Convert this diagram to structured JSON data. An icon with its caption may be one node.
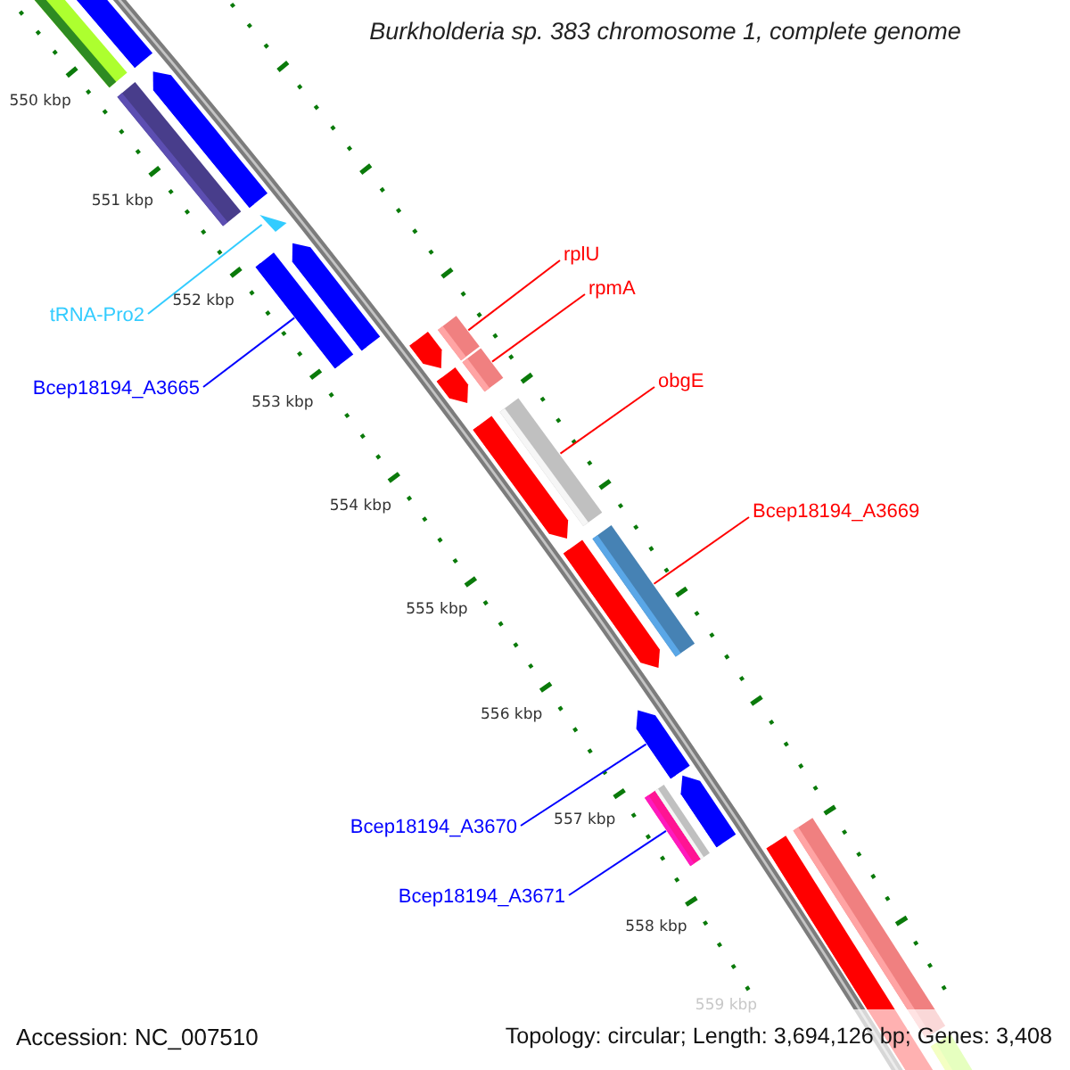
{
  "diagram": {
    "title": "Burkholderia sp. 383 chromosome 1, complete genome",
    "nodes": [
      {
        "text": [
          "tRNA-Pro2"
        ]
      },
      {
        "text": [
          "Bcep18194_A3665"
        ]
      },
      {
        "text": [
          "rplU"
        ]
      },
      {
        "text": [
          "rpmA"
        ]
      },
      {
        "text": [
          "obgE"
        ]
      },
      {
        "text": [
          "Bcep18194_A3669"
        ]
      },
      {
        "text": [
          "Bcep18194_A3670"
        ]
      },
      {
        "text": [
          "Bcep18194_A3671"
        ]
      },
      {
        "text": [],
        "shape": "bar"
      },
      {
        "text": [],
        "shape": "bar"
      },
      {
        "text": [],
        "shape": "bar"
      },
      {
        "text": [],
        "shape": "bar"
      },
      {
        "text": [],
        "shape": "triangle"
      },
      {
        "text": [],
        "shape": "bar"
      },
      {
        "text": [],
        "shape": "bar"
      },
      {
        "text": [],
        "shape": "bar"
      },
      {
        "text": [],
        "shape": "bar"
      },
      {
        "text": [],
        "shape": "bar"
      },
      {
        "text": [],
        "shape": "bar"
      },
      {
        "text": [],
        "shape": "bar"
      },
      {
        "text": [],
        "shape": "bar"
      },
      {
        "text": [],
        "shape": "bar"
      },
      {
        "text": [],
        "shape": "bar"
      },
      {
        "text": [],
        "shape": "bar"
      },
      {
        "text": [],
        "shape": "bar"
      },
      {
        "text": [],
        "shape": "bar"
      },
      {
        "text": [],
        "shape": "bar"
      },
      {
        "text": [],
        "shape": "bar"
      },
      {
        "text": [],
        "shape": "bar"
      },
      {
        "text": [],
        "shape": "bar"
      }
    ],
    "edges": [
      {
        "from": 0,
        "to": 12,
        "arrow": "none",
        "color": "#33ccff"
      },
      {
        "from": 1,
        "to": 13,
        "arrow": "none",
        "color": "#0000ff"
      },
      {
        "from": 2,
        "to": 16,
        "arrow": "none"
      },
      {
        "from": 3,
        "to": 18,
        "arrow": "none"
      },
      {
        "from": 4,
        "to": 19,
        "arrow": "none"
      },
      {
        "from": 5,
        "to": 21,
        "arrow": "none"
      },
      {
        "from": 6,
        "to": 23,
        "arrow": "none",
        "color": "#0000ff"
      },
      {
        "from": 7,
        "to": 24,
        "arrow": "none",
        "color": "#0000ff"
      }
    ],
    "labels": [
      "550 kbp",
      "551 kbp",
      "552 kbp",
      "553 kbp",
      "554 kbp",
      "555 kbp",
      "556 kbp",
      "557 kbp",
      "558 kbp",
      "559 kbp",
      "Accession: NC_007510",
      "Topology: circular; Length: 3,694,126 bp; Genes: 3,408"
    ]
  }
}
